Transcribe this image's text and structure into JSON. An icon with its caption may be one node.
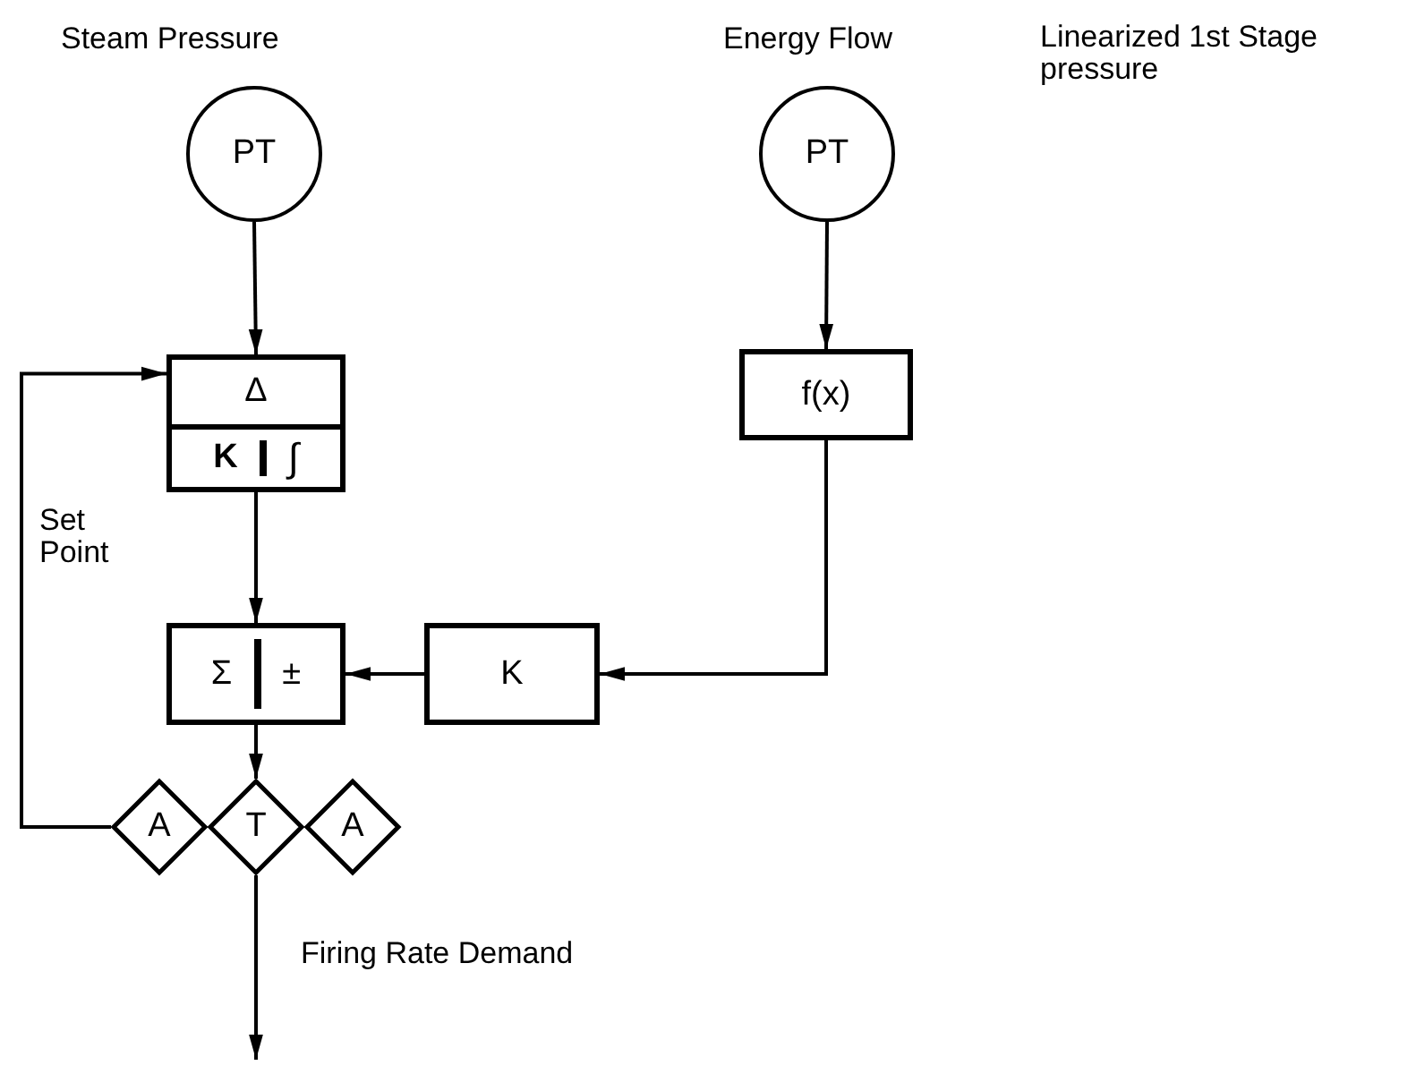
{
  "diagram": {
    "nodes": [
      {
        "text": [
          "PT"
        ],
        "beside": [
          "Steam Pressure"
        ]
      },
      {
        "text": [
          "PT"
        ],
        "beside": [
          "Energy Flow"
        ]
      },
      {
        "text": [
          "Δ",
          "K",
          "∫"
        ]
      },
      {
        "text": [
          "f(x)"
        ]
      },
      {
        "text": [
          "Σ",
          "±"
        ]
      },
      {
        "text": [
          "K"
        ]
      },
      {
        "text": [
          "A"
        ]
      },
      {
        "text": [
          "T"
        ]
      },
      {
        "text": [
          "A"
        ]
      }
    ],
    "edges": [
      {
        "from": 0,
        "to": 2,
        "arrow": "to"
      },
      {
        "from": 1,
        "to": 3,
        "arrow": "to"
      },
      {
        "from": 2,
        "to": 4,
        "arrow": "to"
      },
      {
        "from": 3,
        "to": 5,
        "arrow": "to"
      },
      {
        "from": 5,
        "to": 4,
        "arrow": "to"
      },
      {
        "from": 4,
        "to": 7,
        "arrow": "to"
      },
      {
        "from": 6,
        "to": 2,
        "arrow": "to",
        "label": "Set Point"
      },
      {
        "from": 7,
        "to": null,
        "arrow": "to",
        "label": "Firing Rate Demand"
      }
    ],
    "labels": [
      "Linearized 1st Stage pressure"
    ]
  }
}
